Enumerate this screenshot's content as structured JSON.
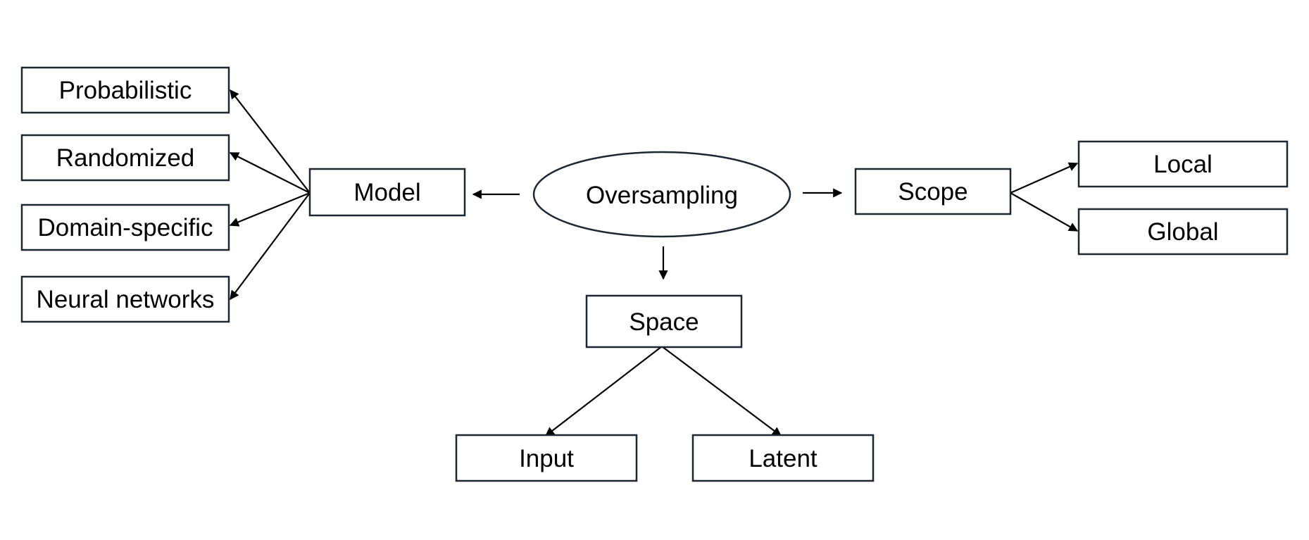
{
  "diagram": {
    "center": "Oversampling",
    "model": {
      "label": "Model",
      "children": [
        "Probabilistic",
        "Randomized",
        "Domain-specific",
        "Neural networks"
      ]
    },
    "scope": {
      "label": "Scope",
      "children": [
        "Local",
        "Global"
      ]
    },
    "space": {
      "label": "Space",
      "children": [
        "Input",
        "Latent"
      ]
    }
  },
  "colors": {
    "box_stroke": "#1c2733",
    "edge": "#000000",
    "background": "#ffffff"
  }
}
